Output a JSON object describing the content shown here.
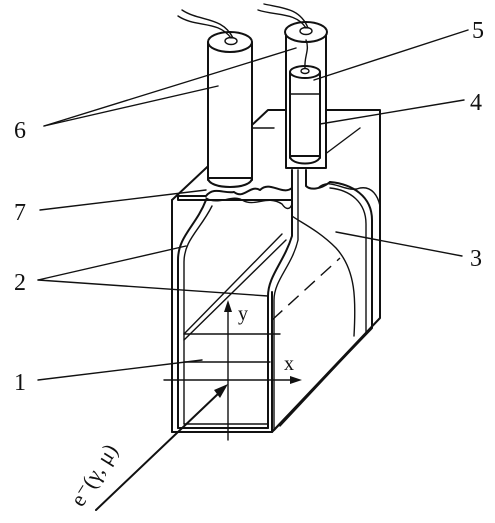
{
  "callouts": [
    "1",
    "2",
    "3",
    "4",
    "5",
    "6",
    "7"
  ],
  "axes": {
    "x": "x",
    "y": "y"
  },
  "beam_label": "e⁻(γ, μ)"
}
